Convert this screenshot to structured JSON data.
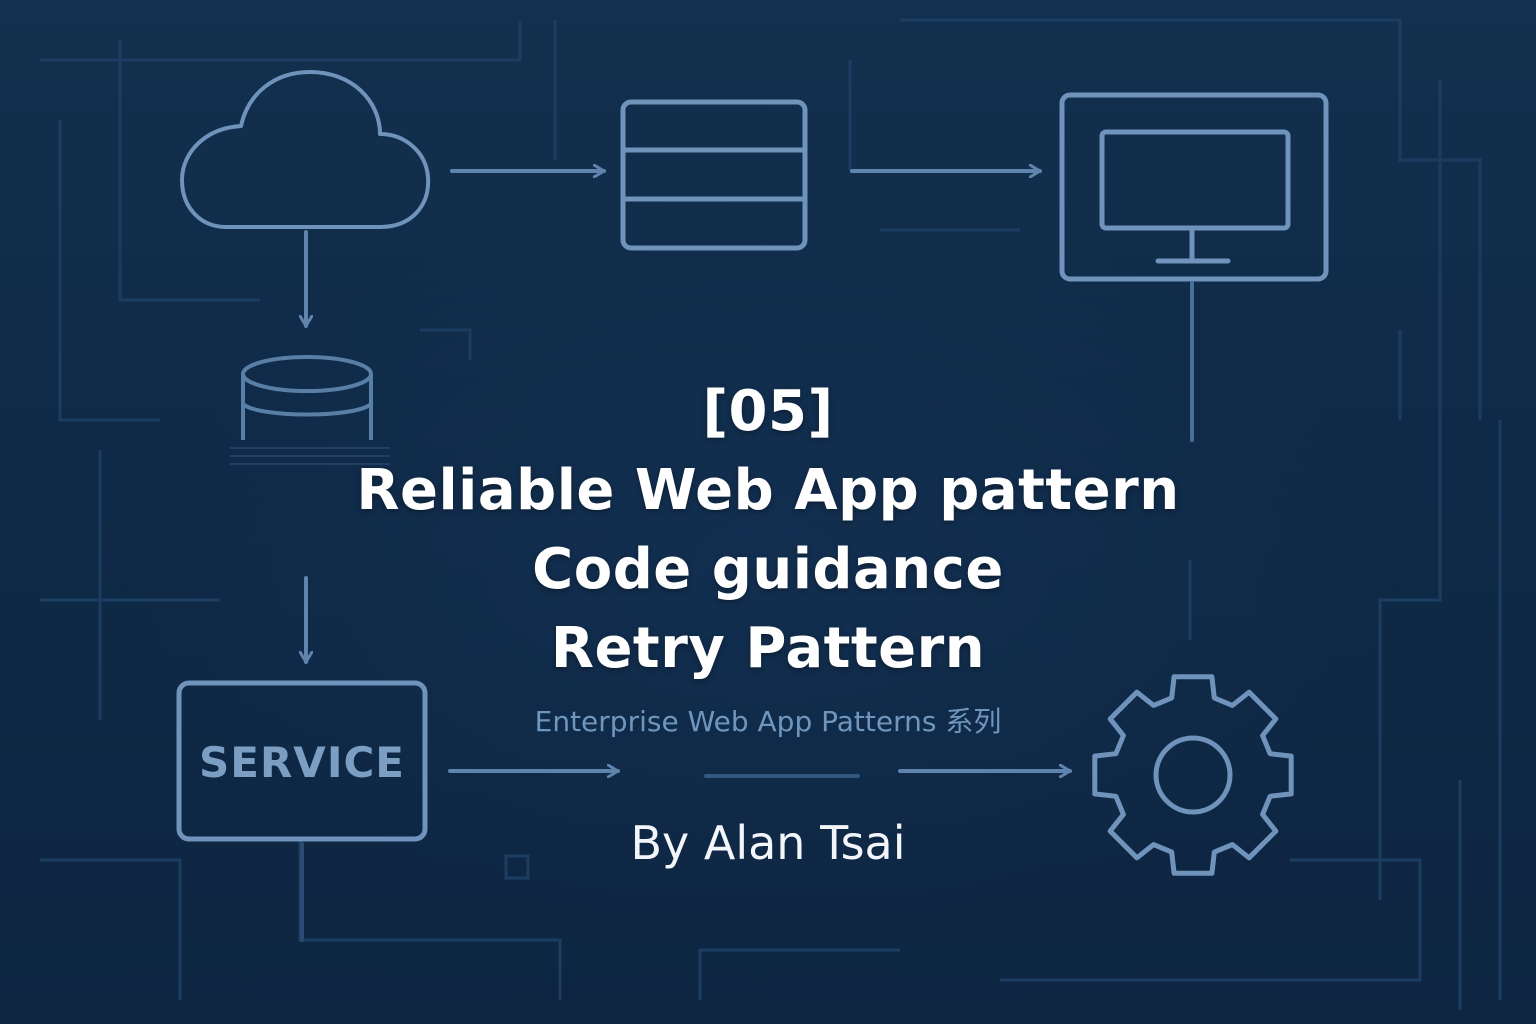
{
  "title": {
    "number": "[05]",
    "line1": "Reliable Web App pattern",
    "line2": "Code guidance",
    "line3": "Retry Pattern"
  },
  "subtitle": "Enterprise Web App Patterns 系列",
  "author": "By Alan Tsai",
  "nodes": {
    "service_label": "SERVICE"
  },
  "icons": [
    "cloud-icon",
    "server-rack-icon",
    "monitor-icon",
    "database-icon",
    "service-box",
    "gear-icon"
  ],
  "colors": {
    "background": "#0f2a48",
    "icon_stroke": "#6f93ba",
    "grid_line": "#1c3d62",
    "title_text": "#ffffff",
    "subtitle_text": "#6f96bd"
  }
}
